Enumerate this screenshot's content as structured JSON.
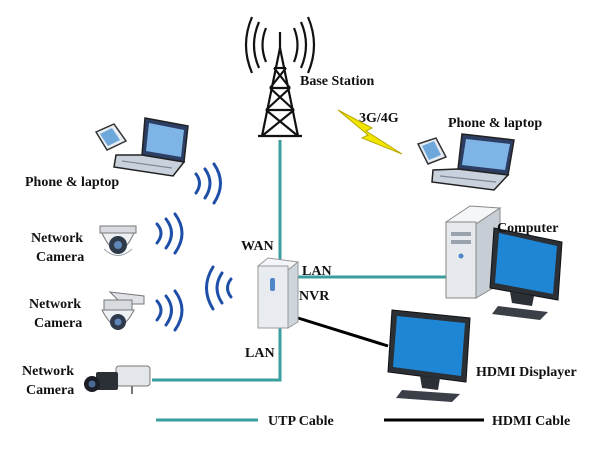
{
  "colors": {
    "utp": "#3a9e9e",
    "hdmi": "#000000",
    "wifi": "#1e4fa8",
    "signal": "#f2e600",
    "screen": "#1f86d6"
  },
  "labels": {
    "base_station": "Base Station",
    "cellular": "3G/4G",
    "phone_laptop_right": "Phone & laptop",
    "phone_laptop_left": "Phone & laptop",
    "computer": "Computer",
    "wan": "WAN",
    "lan_top": "LAN",
    "nvr": "NVR",
    "lan_bottom": "LAN",
    "camera1_line1": "Network",
    "camera1_line2": "Camera",
    "camera2_line1": "Network",
    "camera2_line2": "Camera",
    "camera3_line1": "Network",
    "camera3_line2": "Camera",
    "hdmi_displayer": "HDMI Displayer"
  },
  "legend": {
    "utp": "UTP Cable",
    "hdmi": "HDMI Cable"
  },
  "icons": {
    "tower": "cell-tower-icon",
    "wifi": "wifi-waves-icon",
    "camera_dome": "dome-camera-icon",
    "camera_ptz": "ptz-camera-icon",
    "camera_bullet": "bullet-camera-icon",
    "nvr": "nvr-device-icon",
    "computer": "desktop-computer-icon",
    "monitor": "monitor-icon",
    "laptop": "laptop-icon",
    "phone": "phone-icon",
    "signal": "lightning-signal-icon"
  }
}
